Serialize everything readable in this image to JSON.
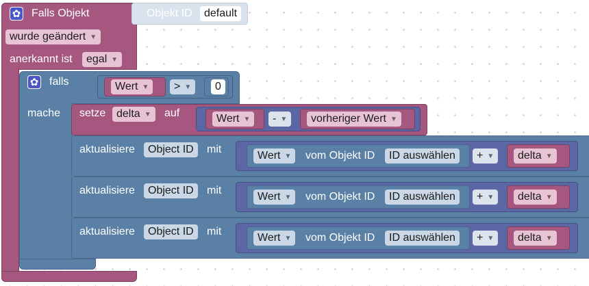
{
  "event_block": {
    "title": "Falls Objekt",
    "objekt_id_label": "Objekt ID",
    "objekt_id_value": "default",
    "change_value": "wurde geändert",
    "ack_label": "anerkannt ist",
    "ack_value": "egal"
  },
  "if_block": {
    "if_label": "falls",
    "do_label": "mache",
    "compare_left": "Wert",
    "operator": ">",
    "compare_right": "0"
  },
  "set_block": {
    "set_label": "setze",
    "var_name": "delta",
    "to_label": "auf",
    "left_value": "Wert",
    "operator": "-",
    "right_value": "vorheriger Wert"
  },
  "update_blocks": [
    {
      "update_label": "aktualisiere",
      "target": "Object ID",
      "with_label": "mit",
      "value_type": "Wert",
      "from_label": "vom Objekt ID",
      "select_label": "ID auswählen",
      "operator": "+",
      "addend": "delta"
    },
    {
      "update_label": "aktualisiere",
      "target": "Object ID",
      "with_label": "mit",
      "value_type": "Wert",
      "from_label": "vom Objekt ID",
      "select_label": "ID auswählen",
      "operator": "+",
      "addend": "delta"
    },
    {
      "update_label": "aktualisiere",
      "target": "Object ID",
      "with_label": "mit",
      "value_type": "Wert",
      "from_label": "vom Objekt ID",
      "select_label": "ID auswählen",
      "operator": "+",
      "addend": "delta"
    }
  ],
  "icons": {
    "block_settings": "gear-icon",
    "dropdown": "caret-down-icon"
  },
  "colors": {
    "event": "#a5577f",
    "logic": "#5b80a5",
    "math": "#5b67a5",
    "canvas": "#ffffff"
  }
}
